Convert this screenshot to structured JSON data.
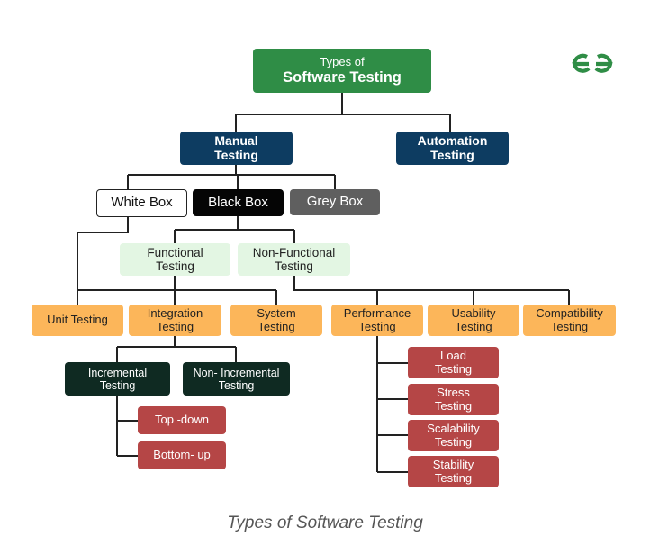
{
  "root": {
    "line1": "Types of",
    "line2": "Software Testing"
  },
  "categories": {
    "manual": "Manual\nTesting",
    "automation": "Automation\nTesting"
  },
  "boxes": {
    "white": "White Box",
    "black": "Black Box",
    "grey": "Grey Box"
  },
  "groups": {
    "functional": "Functional\nTesting",
    "non_functional": "Non-Functional\nTesting"
  },
  "functional_types": {
    "unit": "Unit Testing",
    "integration": "Integration\nTesting",
    "system": "System\nTesting"
  },
  "non_functional_types": {
    "performance": "Performance\nTesting",
    "usability": "Usability\nTesting",
    "compatibility": "Compatibility\nTesting"
  },
  "integration_types": {
    "incremental": "Incremental\nTesting",
    "non_incremental": "Non- Incremental\nTesting"
  },
  "incremental_types": {
    "top_down": "Top -down",
    "bottom_up": "Bottom- up"
  },
  "performance_types": {
    "load": "Load\nTesting",
    "stress": "Stress\nTesting",
    "scalability": "Scalability\nTesting",
    "stability": "Stability\nTesting"
  },
  "caption": "Types of Software Testing",
  "colors": {
    "root": "#2f8d46",
    "category": "#0d3c61",
    "group": "#e3f6e3",
    "testing_type": "#fcb65a",
    "integration_type": "#0f2a22",
    "leaf": "#b54646",
    "connector": "#222222",
    "logo": "#2f8d46"
  },
  "logo_icon": "geeksforgeeks-logo"
}
